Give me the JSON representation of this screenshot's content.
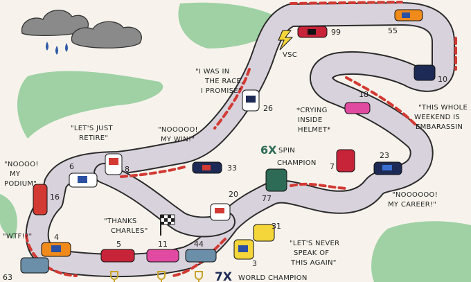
{
  "quotes": {
    "race": [
      "\"I WAS IN",
      "THE RACE,",
      "I PROMISE\""
    ],
    "retire": [
      "\"LET'S JUST",
      "RETIRE\""
    ],
    "mywin": [
      "\"NOOOOO!",
      "MY WIN!\""
    ],
    "podium": [
      "\"NOOOO!",
      "MY",
      "PODIUM\""
    ],
    "wtf": "\"WTF!?\"",
    "thanks": [
      "\"THANKS",
      "CHARLES\""
    ],
    "crying": [
      "*CRYING",
      "INSIDE",
      "HELMET*"
    ],
    "whole": [
      "\"THIS WHOLE",
      "WEEKEND IS",
      "EMBARASSIN"
    ],
    "career": [
      "\"NOOOOOO!",
      "MY CAREER!\""
    ],
    "never": [
      "\"LET'S NEVER",
      "SPEAK OF",
      "THIS AGAIN\""
    ],
    "vsc": "VSC"
  },
  "titles": {
    "spin_big": "6X",
    "spin_small": "SPIN",
    "spin_small2": "CHAMPION",
    "world_big": "7X",
    "world_small": "WORLD CHAMPION"
  },
  "numbers": {
    "n99": "99",
    "n55": "55",
    "n10": "10",
    "n26": "26",
    "n18": "18",
    "n23": "23",
    "n7": "7",
    "n8": "8",
    "n6": "6",
    "n33": "33",
    "n16": "16",
    "n77": "77",
    "n20": "20",
    "n31": "31",
    "n4": "4",
    "n5": "5",
    "n11": "11",
    "n44": "44",
    "n3": "3",
    "n63": "63"
  },
  "colors": {
    "track": "#d8d2dc",
    "kerb_red": "#d23a33",
    "grass": "#57b56a",
    "cloud": "#8a8a8a",
    "rain": "#2f5aa8"
  }
}
